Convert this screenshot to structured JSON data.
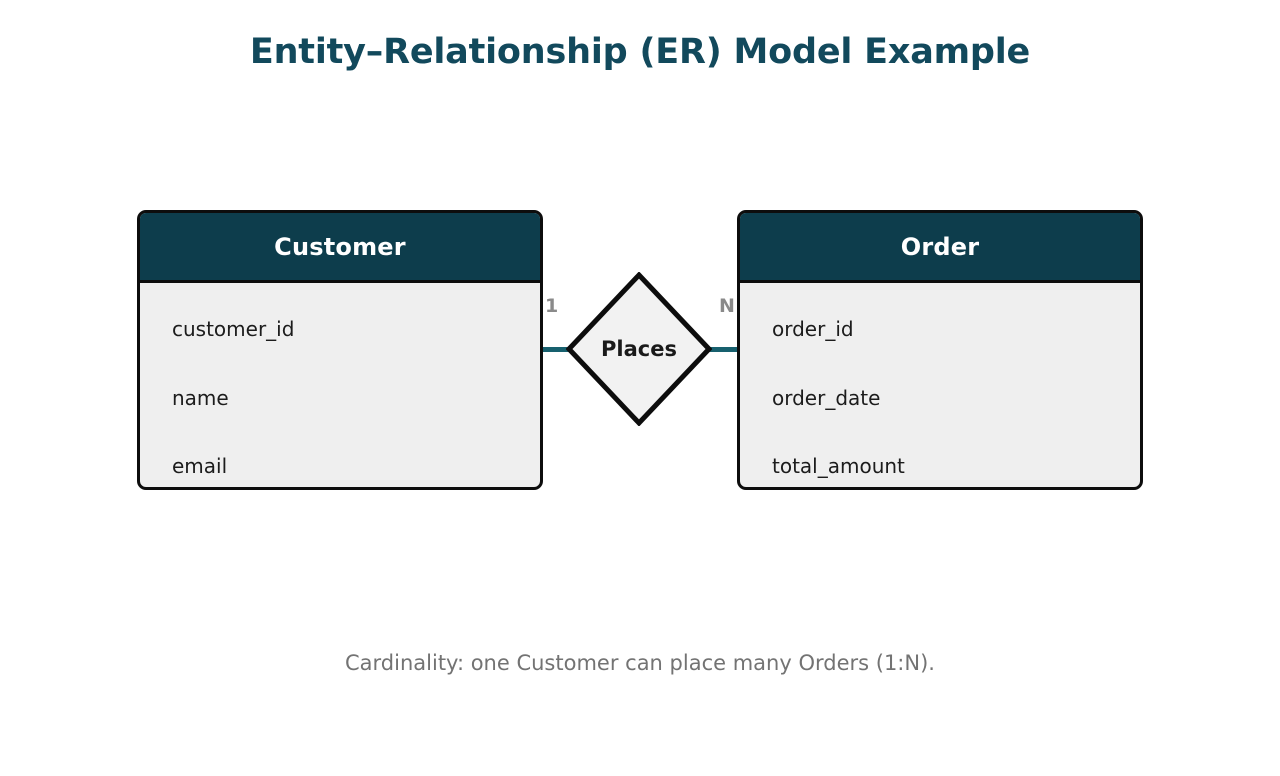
{
  "diagram": {
    "title": "Entity–Relationship (ER) Model Example",
    "caption": "Cardinality: one Customer can place many Orders (1:N).",
    "type": "entity-relationship-diagram",
    "colors": {
      "title": "#12495C",
      "entity_header": "#0D3D4C",
      "entity_body": "#EFEFEF",
      "connector": "#17606E",
      "outline": "#0D0D0D",
      "cardinality_text": "#8A8A8A",
      "caption_text": "#737373",
      "background": "#FFFFFF"
    }
  },
  "entities": [
    {
      "name": "Customer",
      "attributes": [
        "customer_id",
        "name",
        "email"
      ]
    },
    {
      "name": "Order",
      "attributes": [
        "order_id",
        "order_date",
        "total_amount"
      ]
    }
  ],
  "relationship": {
    "label": "Places",
    "shape": "diamond",
    "from": "Customer",
    "to": "Order",
    "cardinality_left": "1",
    "cardinality_right": "N"
  }
}
